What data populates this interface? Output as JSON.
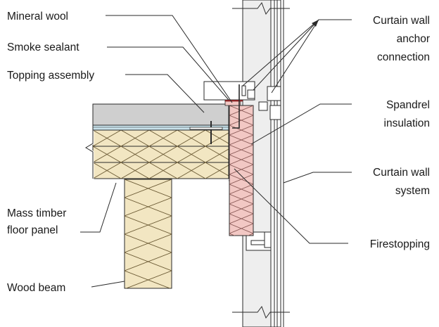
{
  "labels": {
    "mineral_wool": "Mineral wool",
    "smoke_sealant": "Smoke sealant",
    "topping_assembly": "Topping assembly",
    "mass_timber_1": "Mass timber",
    "mass_timber_2": "floor panel",
    "wood_beam": "Wood beam",
    "cw_anchor_1": "Curtain wall",
    "cw_anchor_2": "anchor",
    "cw_anchor_3": "connection",
    "spandrel_1": "Spandrel",
    "spandrel_2": "insulation",
    "cw_system_1": "Curtain wall",
    "cw_system_2": "system",
    "firestopping": "Firestopping"
  },
  "colors": {
    "timber": "#f2e6c2",
    "insulation": "#f2c8c4",
    "topping": "#cfcfcf",
    "slab_membrane": "#c9e3ec",
    "smoke_sealant": "#c0282a",
    "spandrel_panel": "#eeeeee",
    "lines": "#2a2a2a"
  }
}
